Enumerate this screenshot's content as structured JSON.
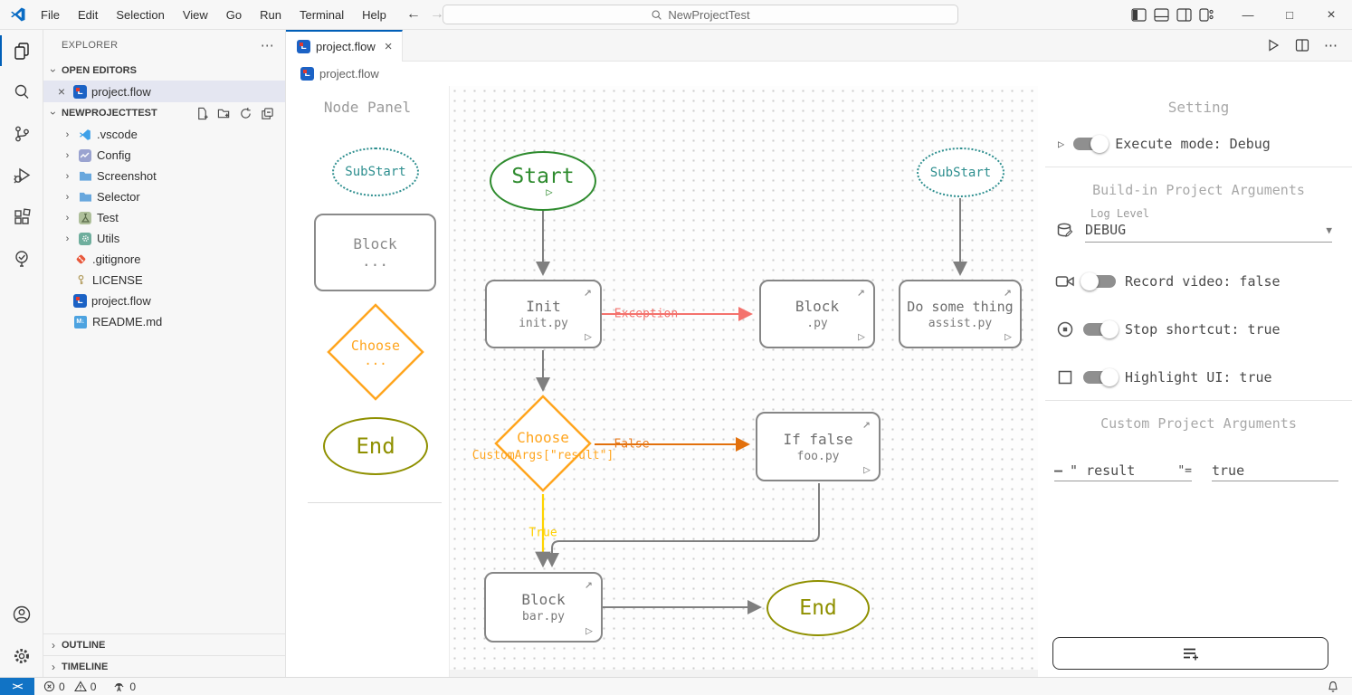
{
  "titlebar": {
    "menus": [
      "File",
      "Edit",
      "Selection",
      "View",
      "Go",
      "Run",
      "Terminal",
      "Help"
    ],
    "search_value": "NewProjectTest"
  },
  "explorer": {
    "title": "EXPLORER",
    "open_editors_header": "OPEN EDITORS",
    "open_editor_item": "project.flow",
    "project_header": "NEWPROJECTTEST",
    "tree": [
      {
        "label": ".vscode"
      },
      {
        "label": "Config"
      },
      {
        "label": "Screenshot"
      },
      {
        "label": "Selector"
      },
      {
        "label": "Test"
      },
      {
        "label": "Utils"
      },
      {
        "label": ".gitignore"
      },
      {
        "label": "LICENSE"
      },
      {
        "label": "project.flow"
      },
      {
        "label": "README.md"
      }
    ],
    "outline_header": "OUTLINE",
    "timeline_header": "TIMELINE"
  },
  "editor": {
    "tab_label": "project.flow",
    "breadcrumb": "project.flow"
  },
  "node_panel": {
    "title": "Node Panel",
    "substart": "SubStart",
    "block": "Block",
    "block_sub": "...",
    "choose": "Choose",
    "choose_sub": "...",
    "end": "End"
  },
  "flow": {
    "start": "Start",
    "substart": "SubStart",
    "init": {
      "label": "Init",
      "sub": "init.py"
    },
    "block_py": {
      "label": "Block",
      "sub": ".py"
    },
    "do_some_thing": {
      "label": "Do some thing",
      "sub": "assist.py"
    },
    "choose": {
      "label": "Choose",
      "sub": "CustomArgs[\"result\"]"
    },
    "if_false": {
      "label": "If false",
      "sub": "foo.py"
    },
    "block_bar": {
      "label": "Block",
      "sub": "bar.py"
    },
    "end": "End",
    "edge_labels": {
      "exception": "Exception",
      "false": "False",
      "true": "True"
    }
  },
  "settings": {
    "title": "Setting",
    "execute_mode": "Execute mode: Debug",
    "buildin_header": "Build-in Project Arguments",
    "log_level_label": "Log Level",
    "log_level_value": "DEBUG",
    "record_video": "Record video: false",
    "stop_shortcut": "Stop shortcut: true",
    "highlight_ui": "Highlight UI: true",
    "custom_header": "Custom Project Arguments",
    "arg_open": "\" result",
    "arg_close": "\"=",
    "arg_value": "true"
  },
  "status": {
    "errors": "0",
    "warnings": "0",
    "ports": "0"
  },
  "colors": {
    "accent": "#005fb8",
    "start_green": "#2e8b2e",
    "substart_teal": "#2e8f8f",
    "choose_orange": "#ffa51e",
    "end_olive": "#8f9000",
    "exception_red": "#f4726d",
    "false_orange": "#e2700c",
    "true_yellow": "#ffd400",
    "edge_gray": "#7f7f7f"
  }
}
